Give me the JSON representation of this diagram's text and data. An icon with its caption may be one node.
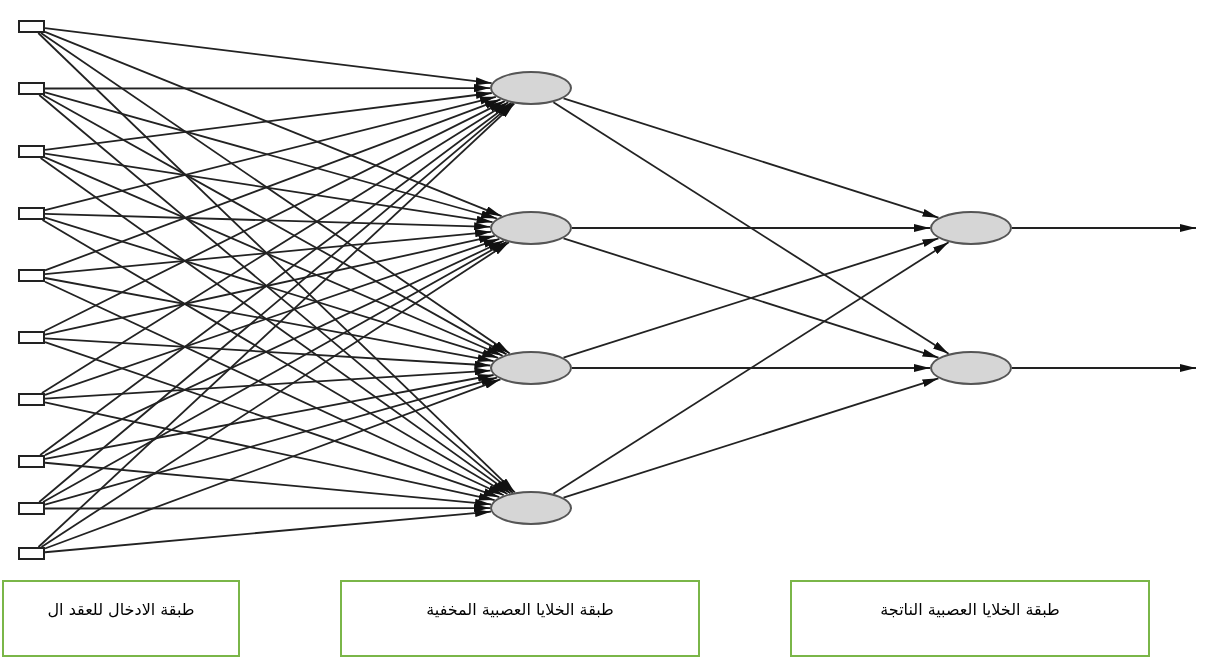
{
  "diagram": {
    "nodes": [
      {
        "text": [],
        "shape": "box"
      },
      {
        "text": [],
        "shape": "box"
      },
      {
        "text": [],
        "shape": "box"
      },
      {
        "text": [],
        "shape": "box"
      },
      {
        "text": [],
        "shape": "box"
      },
      {
        "text": [],
        "shape": "box"
      },
      {
        "text": [],
        "shape": "box"
      },
      {
        "text": [],
        "shape": "box"
      },
      {
        "text": [],
        "shape": "box"
      },
      {
        "text": [],
        "shape": "box"
      },
      {
        "text": [],
        "shape": "circle"
      },
      {
        "text": [],
        "shape": "circle"
      },
      {
        "text": [],
        "shape": "circle"
      },
      {
        "text": [],
        "shape": "circle"
      },
      {
        "text": [],
        "shape": "circle"
      },
      {
        "text": [],
        "shape": "circle"
      },
      {
        "text": [
          "طبقة الادخال للعقد ال"
        ]
      },
      {
        "text": [
          "طبقة الخلايا العصبية المخفية"
        ]
      },
      {
        "text": [
          "طبقة الخلايا العصبية الناتجة"
        ]
      }
    ],
    "edges": [
      {
        "from": 0,
        "to": 10,
        "arrow": "to"
      },
      {
        "from": 0,
        "to": 11,
        "arrow": "to"
      },
      {
        "from": 0,
        "to": 12,
        "arrow": "to"
      },
      {
        "from": 0,
        "to": 13,
        "arrow": "to"
      },
      {
        "from": 1,
        "to": 10,
        "arrow": "to"
      },
      {
        "from": 1,
        "to": 11,
        "arrow": "to"
      },
      {
        "from": 1,
        "to": 12,
        "arrow": "to"
      },
      {
        "from": 1,
        "to": 13,
        "arrow": "to"
      },
      {
        "from": 2,
        "to": 10,
        "arrow": "to"
      },
      {
        "from": 2,
        "to": 11,
        "arrow": "to"
      },
      {
        "from": 2,
        "to": 12,
        "arrow": "to"
      },
      {
        "from": 2,
        "to": 13,
        "arrow": "to"
      },
      {
        "from": 3,
        "to": 10,
        "arrow": "to"
      },
      {
        "from": 3,
        "to": 11,
        "arrow": "to"
      },
      {
        "from": 3,
        "to": 12,
        "arrow": "to"
      },
      {
        "from": 3,
        "to": 13,
        "arrow": "to"
      },
      {
        "from": 4,
        "to": 10,
        "arrow": "to"
      },
      {
        "from": 4,
        "to": 11,
        "arrow": "to"
      },
      {
        "from": 4,
        "to": 12,
        "arrow": "to"
      },
      {
        "from": 4,
        "to": 13,
        "arrow": "to"
      },
      {
        "from": 5,
        "to": 10,
        "arrow": "to"
      },
      {
        "from": 5,
        "to": 11,
        "arrow": "to"
      },
      {
        "from": 5,
        "to": 12,
        "arrow": "to"
      },
      {
        "from": 5,
        "to": 13,
        "arrow": "to"
      },
      {
        "from": 6,
        "to": 10,
        "arrow": "to"
      },
      {
        "from": 6,
        "to": 11,
        "arrow": "to"
      },
      {
        "from": 6,
        "to": 12,
        "arrow": "to"
      },
      {
        "from": 6,
        "to": 13,
        "arrow": "to"
      },
      {
        "from": 7,
        "to": 10,
        "arrow": "to"
      },
      {
        "from": 7,
        "to": 11,
        "arrow": "to"
      },
      {
        "from": 7,
        "to": 12,
        "arrow": "to"
      },
      {
        "from": 7,
        "to": 13,
        "arrow": "to"
      },
      {
        "from": 8,
        "to": 10,
        "arrow": "to"
      },
      {
        "from": 8,
        "to": 11,
        "arrow": "to"
      },
      {
        "from": 8,
        "to": 12,
        "arrow": "to"
      },
      {
        "from": 8,
        "to": 13,
        "arrow": "to"
      },
      {
        "from": 9,
        "to": 10,
        "arrow": "to"
      },
      {
        "from": 9,
        "to": 11,
        "arrow": "to"
      },
      {
        "from": 9,
        "to": 12,
        "arrow": "to"
      },
      {
        "from": 9,
        "to": 13,
        "arrow": "to"
      },
      {
        "from": 10,
        "to": 14,
        "arrow": "to"
      },
      {
        "from": 10,
        "to": 15,
        "arrow": "to"
      },
      {
        "from": 11,
        "to": 14,
        "arrow": "to"
      },
      {
        "from": 11,
        "to": 15,
        "arrow": "to"
      },
      {
        "from": 12,
        "to": 14,
        "arrow": "to"
      },
      {
        "from": 12,
        "to": 15,
        "arrow": "to"
      },
      {
        "from": 13,
        "to": 14,
        "arrow": "to"
      },
      {
        "from": 13,
        "to": 15,
        "arrow": "to"
      },
      {
        "from": 14,
        "to": null,
        "arrow": "to"
      },
      {
        "from": 15,
        "to": null,
        "arrow": "to"
      }
    ]
  }
}
